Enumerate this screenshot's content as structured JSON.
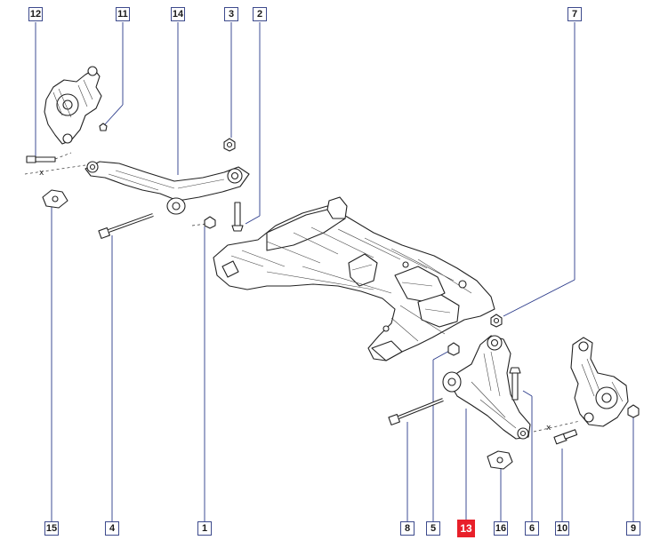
{
  "diagram": {
    "callouts": [
      {
        "id": "12",
        "label": "12",
        "highlight": false
      },
      {
        "id": "11",
        "label": "11",
        "highlight": false
      },
      {
        "id": "14",
        "label": "14",
        "highlight": false
      },
      {
        "id": "3",
        "label": "3",
        "highlight": false
      },
      {
        "id": "2",
        "label": "2",
        "highlight": false
      },
      {
        "id": "7",
        "label": "7",
        "highlight": false
      },
      {
        "id": "15",
        "label": "15",
        "highlight": false
      },
      {
        "id": "4",
        "label": "4",
        "highlight": false
      },
      {
        "id": "1",
        "label": "1",
        "highlight": false
      },
      {
        "id": "8",
        "label": "8",
        "highlight": false
      },
      {
        "id": "5",
        "label": "5",
        "highlight": false
      },
      {
        "id": "13",
        "label": "13",
        "highlight": true
      },
      {
        "id": "16",
        "label": "16",
        "highlight": false
      },
      {
        "id": "6",
        "label": "6",
        "highlight": false
      },
      {
        "id": "10",
        "label": "10",
        "highlight": false
      },
      {
        "id": "9",
        "label": "9",
        "highlight": false
      }
    ],
    "highlight_color": "#e8202a",
    "callout_border_color": "#3d4a8c",
    "x_marks": [
      "x",
      "x"
    ]
  }
}
